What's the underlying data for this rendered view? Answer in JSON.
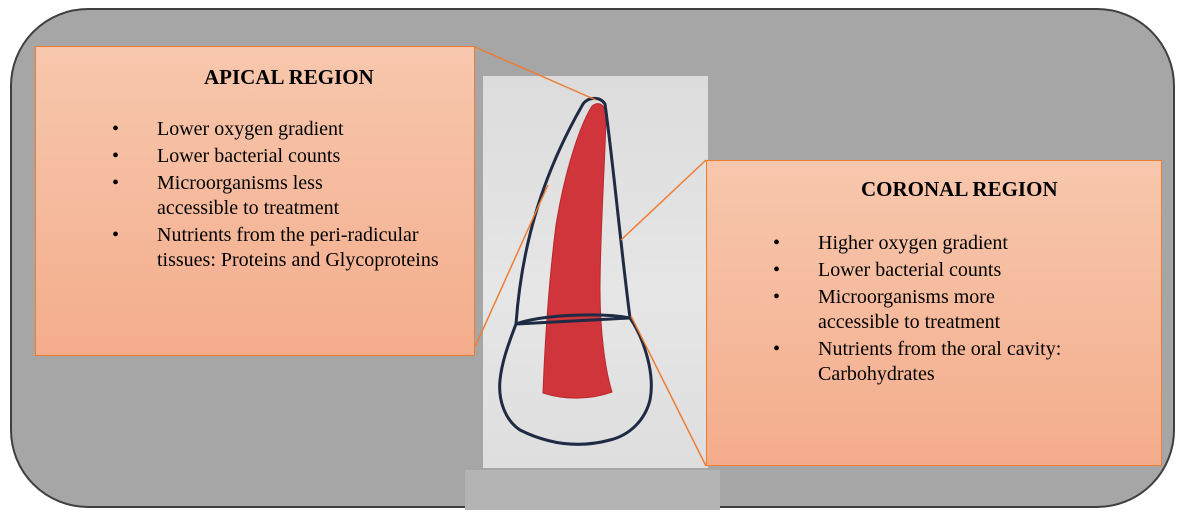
{
  "apical": {
    "title": "APICAL REGION",
    "items": [
      "Lower oxygen gradient",
      "Lower bacterial counts",
      "Microorganisms less accessible to treatment",
      "Nutrients from the peri-radicular tissues: Proteins and Glycoproteins"
    ]
  },
  "coronal": {
    "title": "CORONAL REGION",
    "items": [
      "Higher oxygen gradient",
      "Lower bacterial counts",
      "Microorganisms more accessible to treatment",
      "Nutrients from the oral cavity: Carbohydrates"
    ]
  },
  "bullet_char": "•",
  "colors": {
    "panel": "#a6a6a6",
    "box_fill_top": "#f7c7ad",
    "box_fill_bottom": "#f4ad8c",
    "box_border": "#ed7d31",
    "connector": "#ed7d31",
    "pulp": "#d0353b",
    "tooth_outline": "#1f2a44"
  }
}
